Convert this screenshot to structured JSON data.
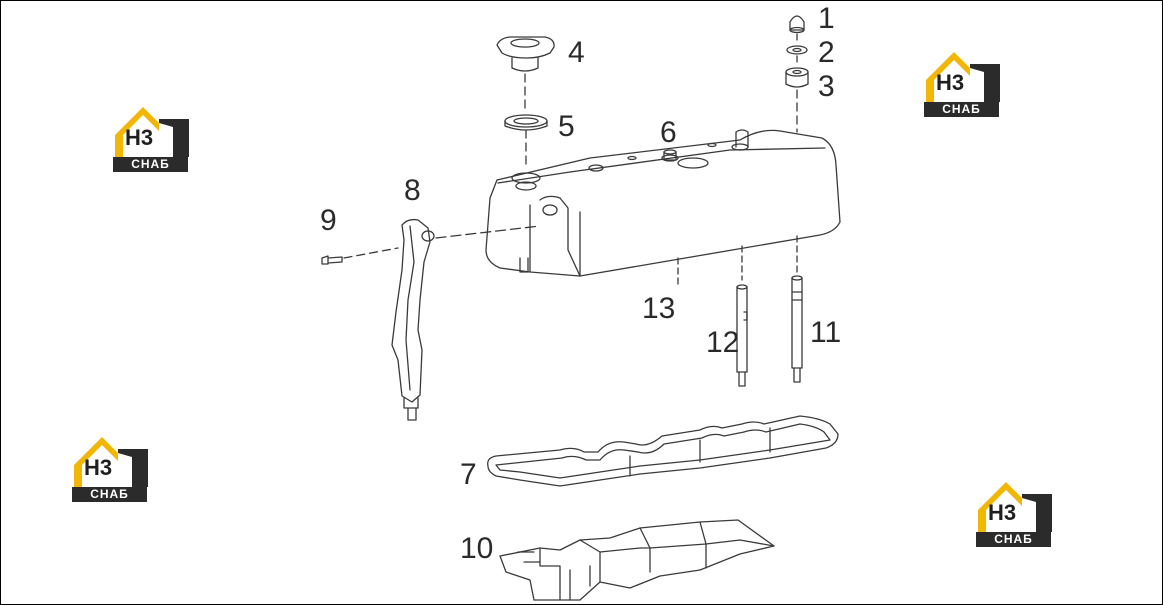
{
  "diagram": {
    "callouts": [
      "1",
      "2",
      "3",
      "4",
      "5",
      "6",
      "7",
      "8",
      "9",
      "10",
      "11",
      "12",
      "13"
    ]
  },
  "watermark": {
    "letters": "H3",
    "badge": "СНАБ"
  },
  "colors": {
    "logo_yellow": "#f2b705",
    "logo_dark": "#2b2b2b",
    "line": "#3a3a3a"
  }
}
